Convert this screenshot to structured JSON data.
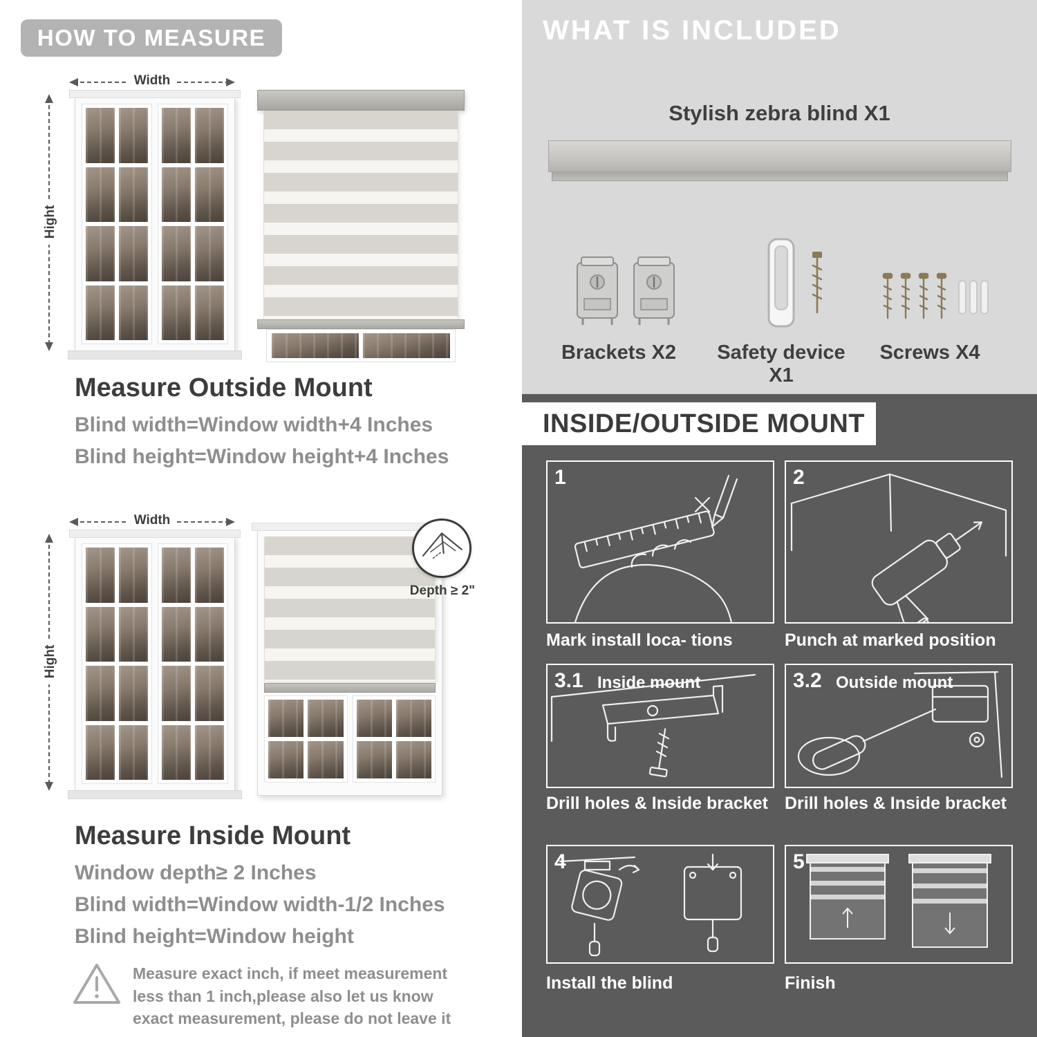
{
  "colors": {
    "badge_bg": "#b3b3b3",
    "light_panel_bg": "#d9d9d9",
    "dark_panel_bg": "#5b5b5b",
    "heading_text": "#3d3d3d",
    "body_text": "#8e8e8e"
  },
  "how_to_measure": {
    "badge": "HOW TO MEASURE",
    "outside_mount": {
      "width_label": "Width",
      "height_label": "Hight",
      "heading": "Measure Outside Mount",
      "rule1": "Blind width=Window width+4 Inches",
      "rule2": "Blind height=Window height+4 Inches"
    },
    "inside_mount": {
      "width_label": "Width",
      "height_label": "Hight",
      "depth_callout": "Depth ≥ 2\"",
      "heading": "Measure Inside Mount",
      "rule1": "Window depth≥ 2 Inches",
      "rule2": "Blind width=Window width-1/2 Inches",
      "rule3": "Blind height=Window height"
    },
    "note": "Measure exact inch, if meet measurement less than 1 inch,please also let us know exact measurement, please do not leave it"
  },
  "what_is_included": {
    "title": "WHAT IS INCLUDED",
    "blind_label": "Stylish zebra blind X1",
    "items": [
      {
        "label": "Brackets X2",
        "icon": "brackets-icon"
      },
      {
        "label": "Safety device X1",
        "icon": "safety-device-icon"
      },
      {
        "label": "Screws X4",
        "icon": "screws-icon"
      }
    ]
  },
  "mount_steps": {
    "title": "INSIDE/OUTSIDE MOUNT",
    "steps": [
      {
        "num": "1",
        "caption": "Mark install loca- tions"
      },
      {
        "num": "2",
        "caption": "Punch at  marked position"
      },
      {
        "num": "3.1",
        "label": "Inside mount",
        "caption": "Drill holes &  Inside bracket"
      },
      {
        "num": "3.2",
        "label": "Outside mount",
        "caption": "Drill holes &  Inside bracket"
      },
      {
        "num": "4",
        "caption": "Install the blind"
      },
      {
        "num": "5",
        "caption": "Finish"
      }
    ]
  }
}
